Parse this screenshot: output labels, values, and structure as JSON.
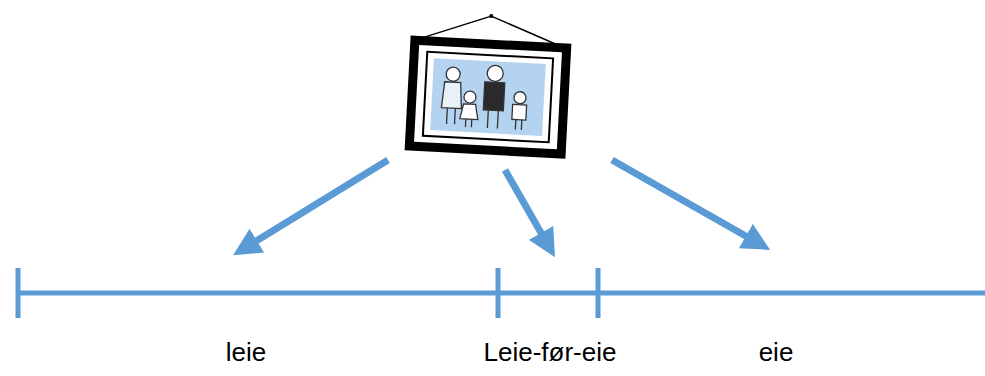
{
  "diagram": {
    "labels": [
      "leie",
      "Leie-før-eie",
      "eie"
    ]
  }
}
